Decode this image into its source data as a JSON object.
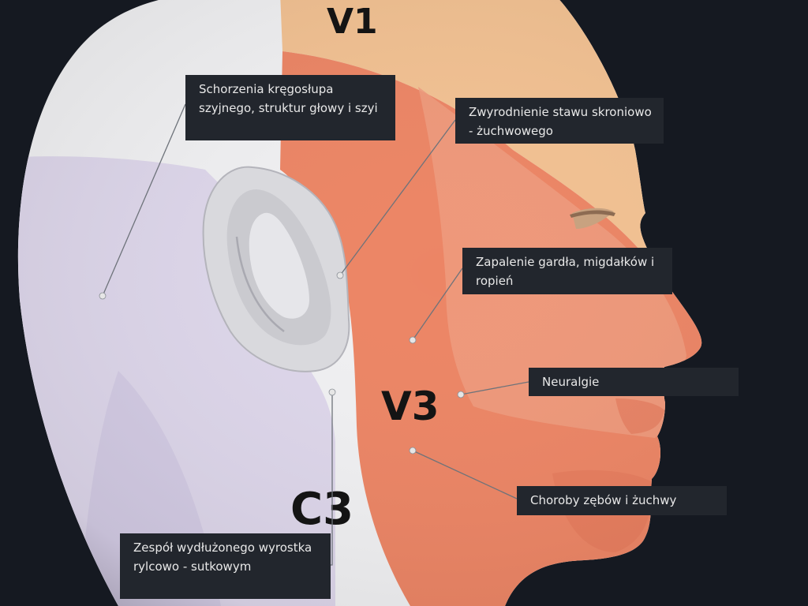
{
  "zones": {
    "v1": "V1",
    "v3": "V3",
    "c3": "C3"
  },
  "callouts": {
    "cervical_spine": "Schorzenia kręgosłupa szyjnego, struktur głowy i szyi",
    "tmj": "Zwyrodnienie stawu skroniowo - żuchwowego",
    "throat": "Zapalenie gardła, migdałków i ropień",
    "neuralgia": "Neuralgie",
    "teeth_jaw": "Choroby zębów i żuchwy",
    "eagle": "Zespół wydłużonego wyrostka rylcowo - sutkowym"
  },
  "colors": {
    "background": "#151921",
    "v1_zone": "#f2c192",
    "v2_zone": "#ee9b7e",
    "v3_zone": "#ec8565",
    "c2_zone": "#f0f0f2",
    "c3_zone": "#ddd6ea",
    "callout_bg": "#22262d",
    "callout_text": "#e8e8e8"
  }
}
